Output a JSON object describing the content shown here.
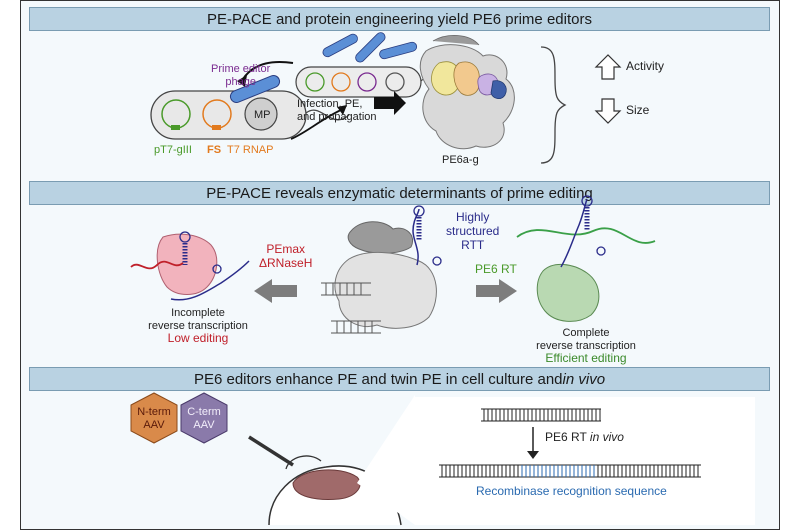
{
  "sections": [
    {
      "title": "PE-PACE and protein engineering yield PE6 prime editors"
    },
    {
      "title": "PE-PACE reveals enzymatic determinants of prime editing"
    },
    {
      "title_prefix": "PE6 editors enhance PE and twin PE in cell culture and ",
      "title_italic": "in vivo"
    }
  ],
  "panel1": {
    "phage_label_line1": "Prime editor",
    "phage_label_line2": "phage",
    "mp_label": "MP",
    "pt7_label": "pT7-gIII",
    "fs_label": "FS",
    "t7_label": "T7 RNAP",
    "infection_line1": "Infection, PE,",
    "infection_line2": "and propagation",
    "pe6_label": "PE6a-g",
    "activity_label": "Activity",
    "size_label": "Size"
  },
  "panel2": {
    "pemax_line1": "PEmax",
    "pemax_line2": "ΔRNaseH",
    "highly_line1": "Highly",
    "highly_line2": "structured",
    "highly_line3": "RTT",
    "pe6rt_label": "PE6 RT",
    "incomplete_line1": "Incomplete",
    "incomplete_line2": "reverse transcription",
    "low_editing": "Low editing",
    "complete_line1": "Complete",
    "complete_line2": "reverse transcription",
    "efficient_editing": "Efficient editing"
  },
  "panel3": {
    "nterm_line1": "N-term",
    "nterm_line2": "AAV",
    "cterm_line1": "C-term",
    "cterm_line2": "AAV",
    "pe6rt_prefix": "PE6 RT ",
    "pe6rt_italic": "in vivo",
    "recombinase_label": "Recombinase recognition sequence"
  },
  "colors": {
    "banner": "#b9d2e2",
    "purple": "#7a2b90",
    "green": "#4a9a2a",
    "orange": "#e27a1e",
    "red": "#c0202a",
    "navy": "#2a2c8a",
    "blue_seq": "#2a6ab0"
  }
}
